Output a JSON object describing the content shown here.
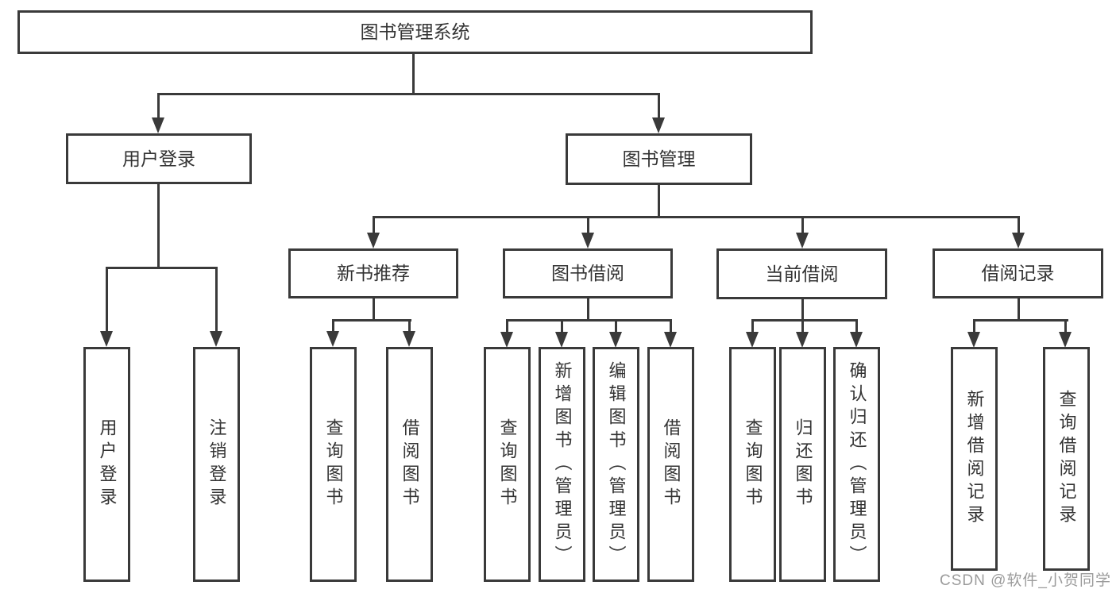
{
  "tree": {
    "root": "图书管理系统",
    "level2": [
      {
        "label": "用户登录",
        "children": [
          "用户登录",
          "注销登录"
        ]
      },
      {
        "label": "图书管理",
        "children": [
          {
            "label": "新书推荐",
            "children": [
              "查询图书",
              "借阅图书"
            ]
          },
          {
            "label": "图书借阅",
            "children": [
              "查询图书",
              "新增图书（管理员）",
              "编辑图书（管理员）",
              "借阅图书"
            ]
          },
          {
            "label": "当前借阅",
            "children": [
              "查询图书",
              "归还图书",
              "确认归还（管理员）"
            ]
          },
          {
            "label": "借阅记录",
            "children": [
              "新增借阅记录",
              "查询借阅记录"
            ]
          }
        ]
      }
    ]
  },
  "watermark": "CSDN @软件_小贺同学",
  "colors": {
    "line": "#3a3a3a",
    "text": "#333333",
    "box_fill": "#ffffff",
    "watermark": "#9b9b9b"
  }
}
